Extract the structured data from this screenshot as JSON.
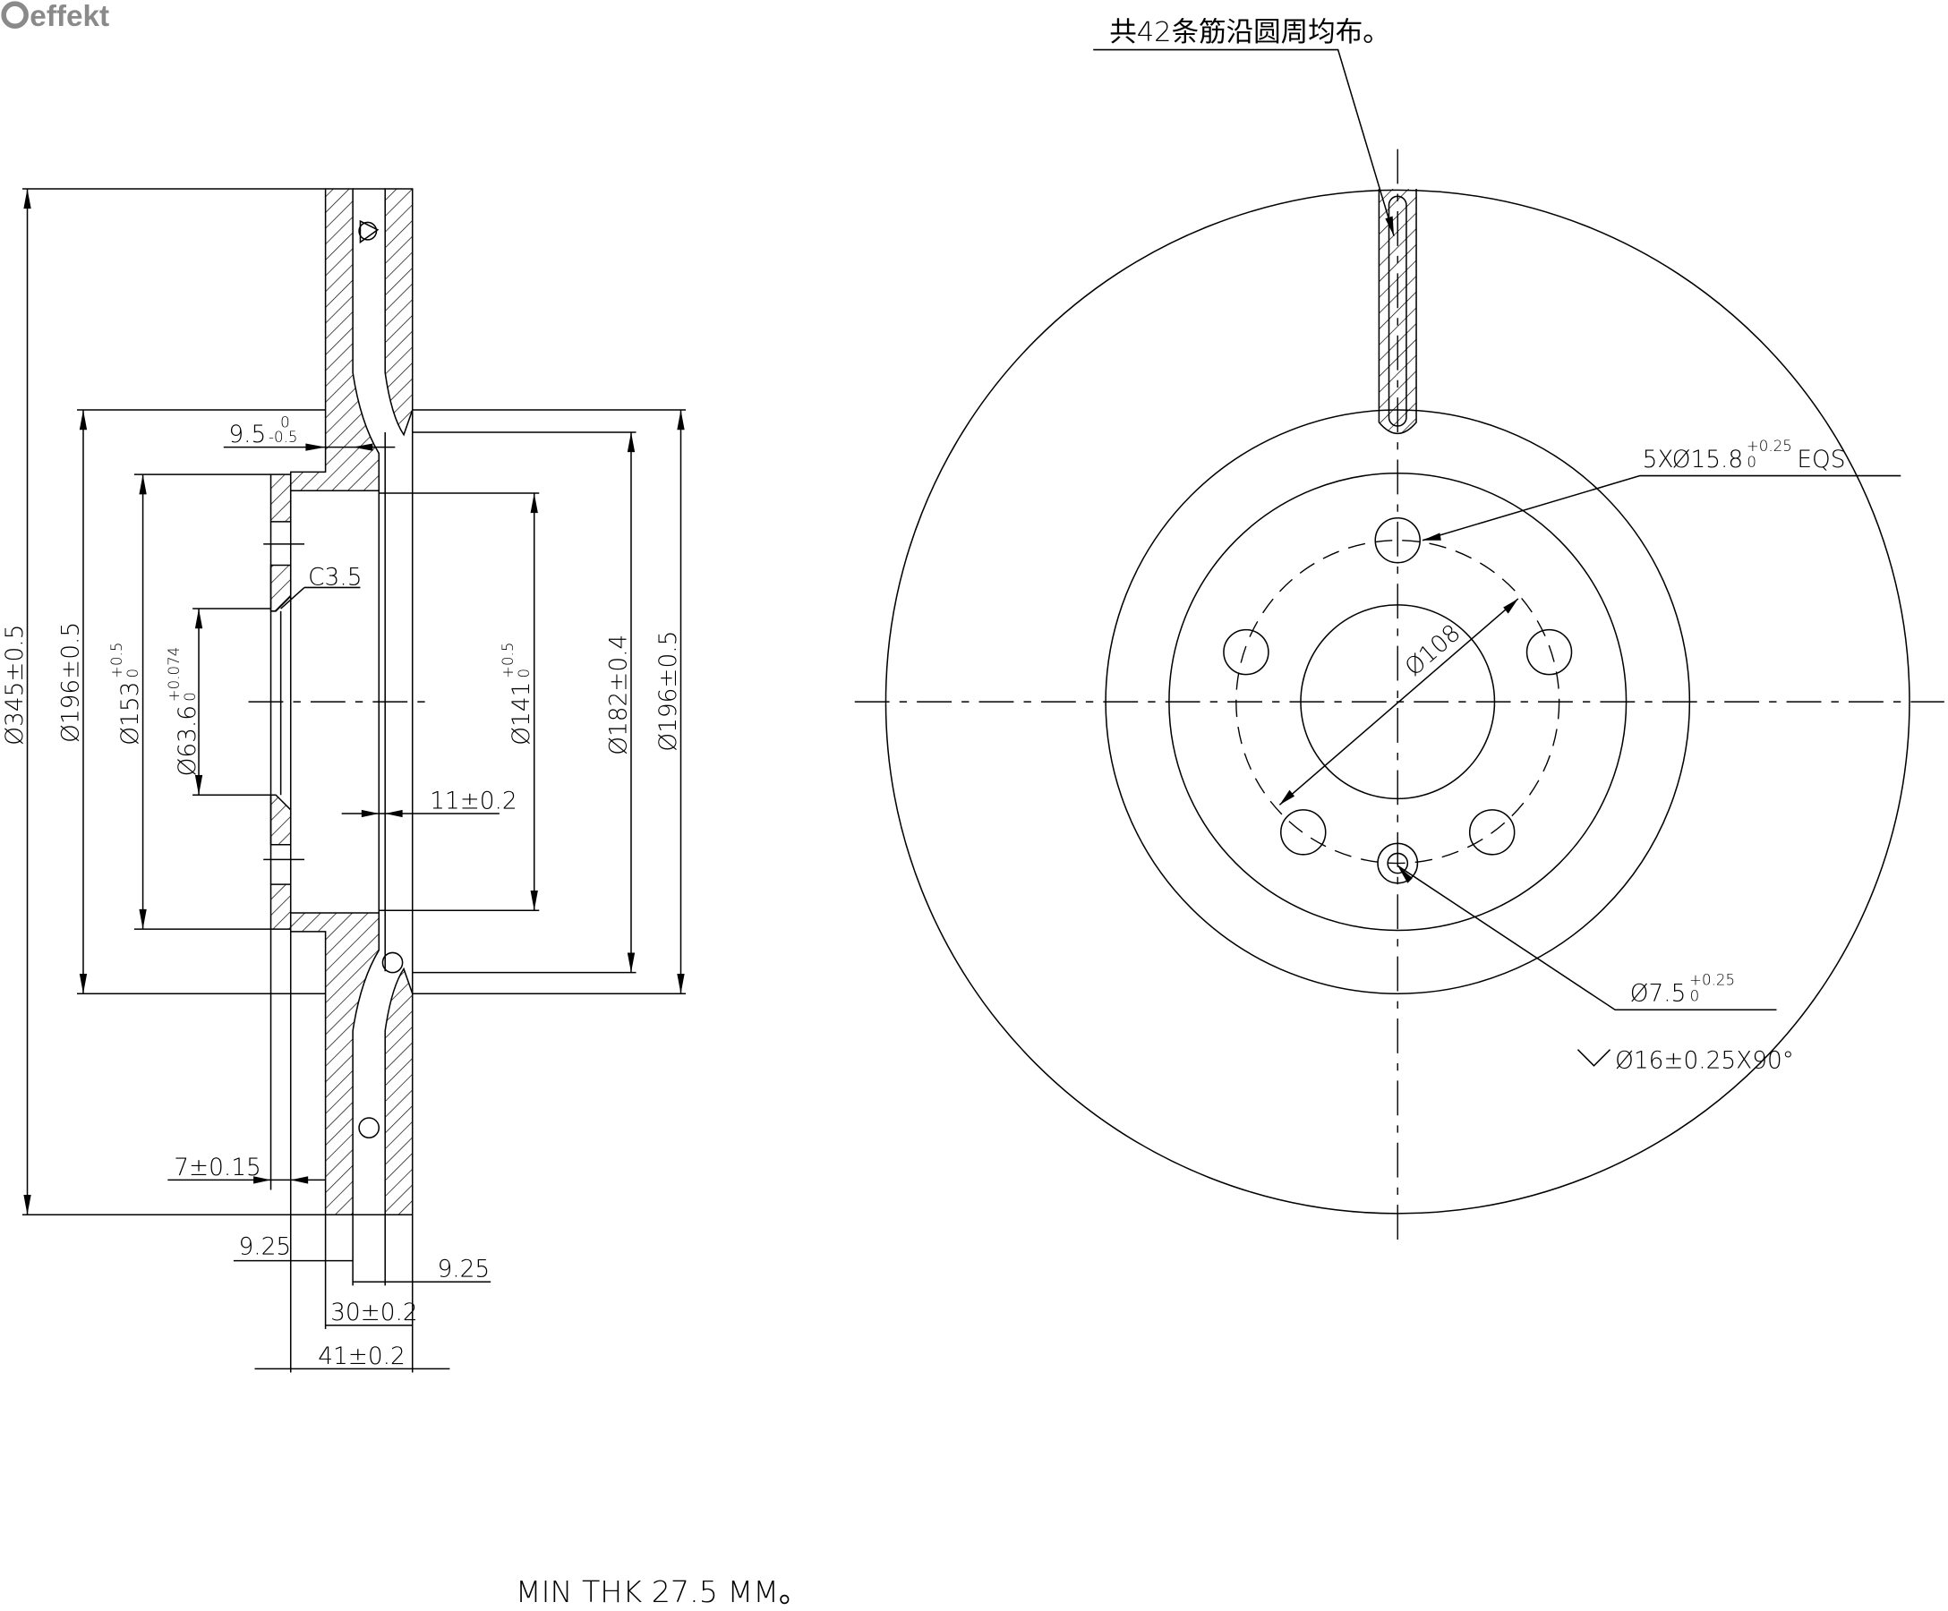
{
  "logo": "effekt",
  "note_ribs": "共42条筋沿圆周均布。",
  "min_thickness": "MIN THK 27.5 MM。",
  "section_dims": {
    "d345": "Ø345±0.5",
    "d196_left": "Ø196±0.5",
    "d153": "Ø153",
    "d153_tol_up": "+0.5",
    "d153_tol_low": "0",
    "d63": "Ø63.6",
    "d63_tol_up": "+0.074",
    "d63_tol_low": "0",
    "hat_depth": "9.5",
    "hat_tol_up": "0",
    "hat_tol_low": "-0.5",
    "chamfer": "C3.5",
    "d141": "Ø141",
    "d141_tol_up": "+0.5",
    "d141_tol_low": "0",
    "d182": "Ø182±0.4",
    "d196_right": "Ø196±0.5",
    "vane_gap": "11±0.2",
    "hub_thk": "7±0.15",
    "plate_left": "9.25",
    "plate_right": "9.25",
    "total_thk": "30±0.2",
    "overall": "41±0.2"
  },
  "face_dims": {
    "bolt_holes": "5XØ15.8",
    "bolt_tol_up": "+0.25",
    "bolt_tol_low": "0",
    "bolt_eqs": "EQS",
    "pcd": "Ø108",
    "small_hole": "Ø7.5",
    "small_tol_up": "+0.25",
    "small_tol_low": "0",
    "countersink": "Ø16±0.25X90°"
  }
}
